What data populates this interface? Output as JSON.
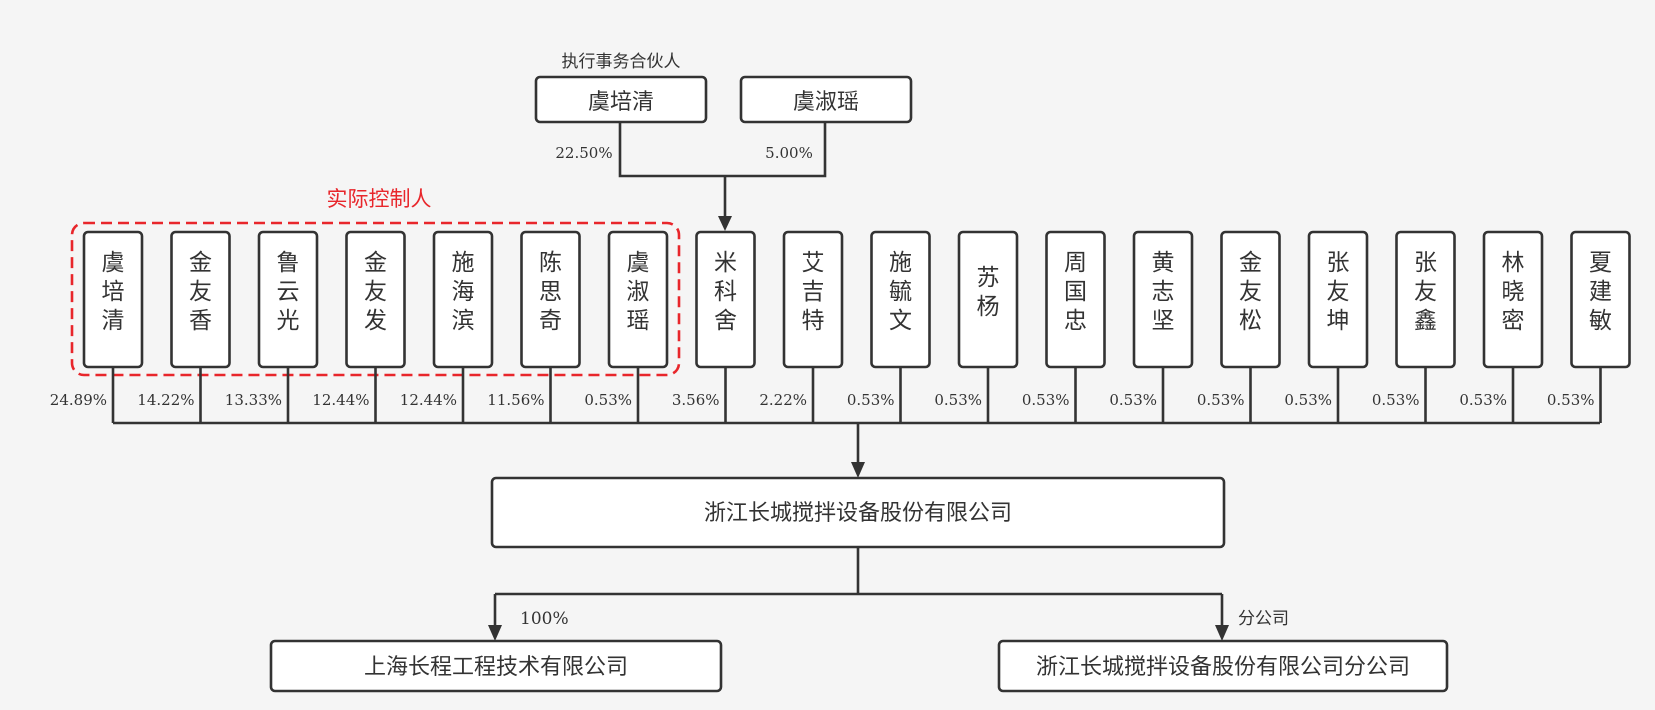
{
  "colors": {
    "background": "#f5f5f5",
    "line": "#333333",
    "box_fill": "#ffffff",
    "highlight": "#e8262b"
  },
  "partnership": {
    "role_label": "执行事务合伙人",
    "partners": [
      {
        "name": "虞培清",
        "pct": "22.50%"
      },
      {
        "name": "虞淑瑶",
        "pct": "5.00%"
      }
    ]
  },
  "controller_group": {
    "label": "实际控制人"
  },
  "shareholders": [
    {
      "name": "虞培清",
      "pct": "24.89%"
    },
    {
      "name": "金友香",
      "pct": "14.22%"
    },
    {
      "name": "鲁云光",
      "pct": "13.33%"
    },
    {
      "name": "金友发",
      "pct": "12.44%"
    },
    {
      "name": "施海滨",
      "pct": "12.44%"
    },
    {
      "name": "陈思奇",
      "pct": "11.56%"
    },
    {
      "name": "虞淑瑶",
      "pct": "0.53%"
    },
    {
      "name": "米科舍",
      "pct": "3.56%"
    },
    {
      "name": "艾吉特",
      "pct": "2.22%"
    },
    {
      "name": "施毓文",
      "pct": "0.53%"
    },
    {
      "name": "苏杨",
      "pct": "0.53%"
    },
    {
      "name": "周国忠",
      "pct": "0.53%"
    },
    {
      "name": "黄志坚",
      "pct": "0.53%"
    },
    {
      "name": "金友松",
      "pct": "0.53%"
    },
    {
      "name": "张友坤",
      "pct": "0.53%"
    },
    {
      "name": "张友鑫",
      "pct": "0.53%"
    },
    {
      "name": "林晓密",
      "pct": "0.53%"
    },
    {
      "name": "夏建敏",
      "pct": "0.53%"
    }
  ],
  "company": {
    "name": "浙江长城搅拌设备股份有限公司"
  },
  "subsidiaries": [
    {
      "name": "上海长程工程技术有限公司",
      "relation": "100%"
    },
    {
      "name": "浙江长城搅拌设备股份有限公司分公司",
      "relation": "分公司"
    }
  ]
}
